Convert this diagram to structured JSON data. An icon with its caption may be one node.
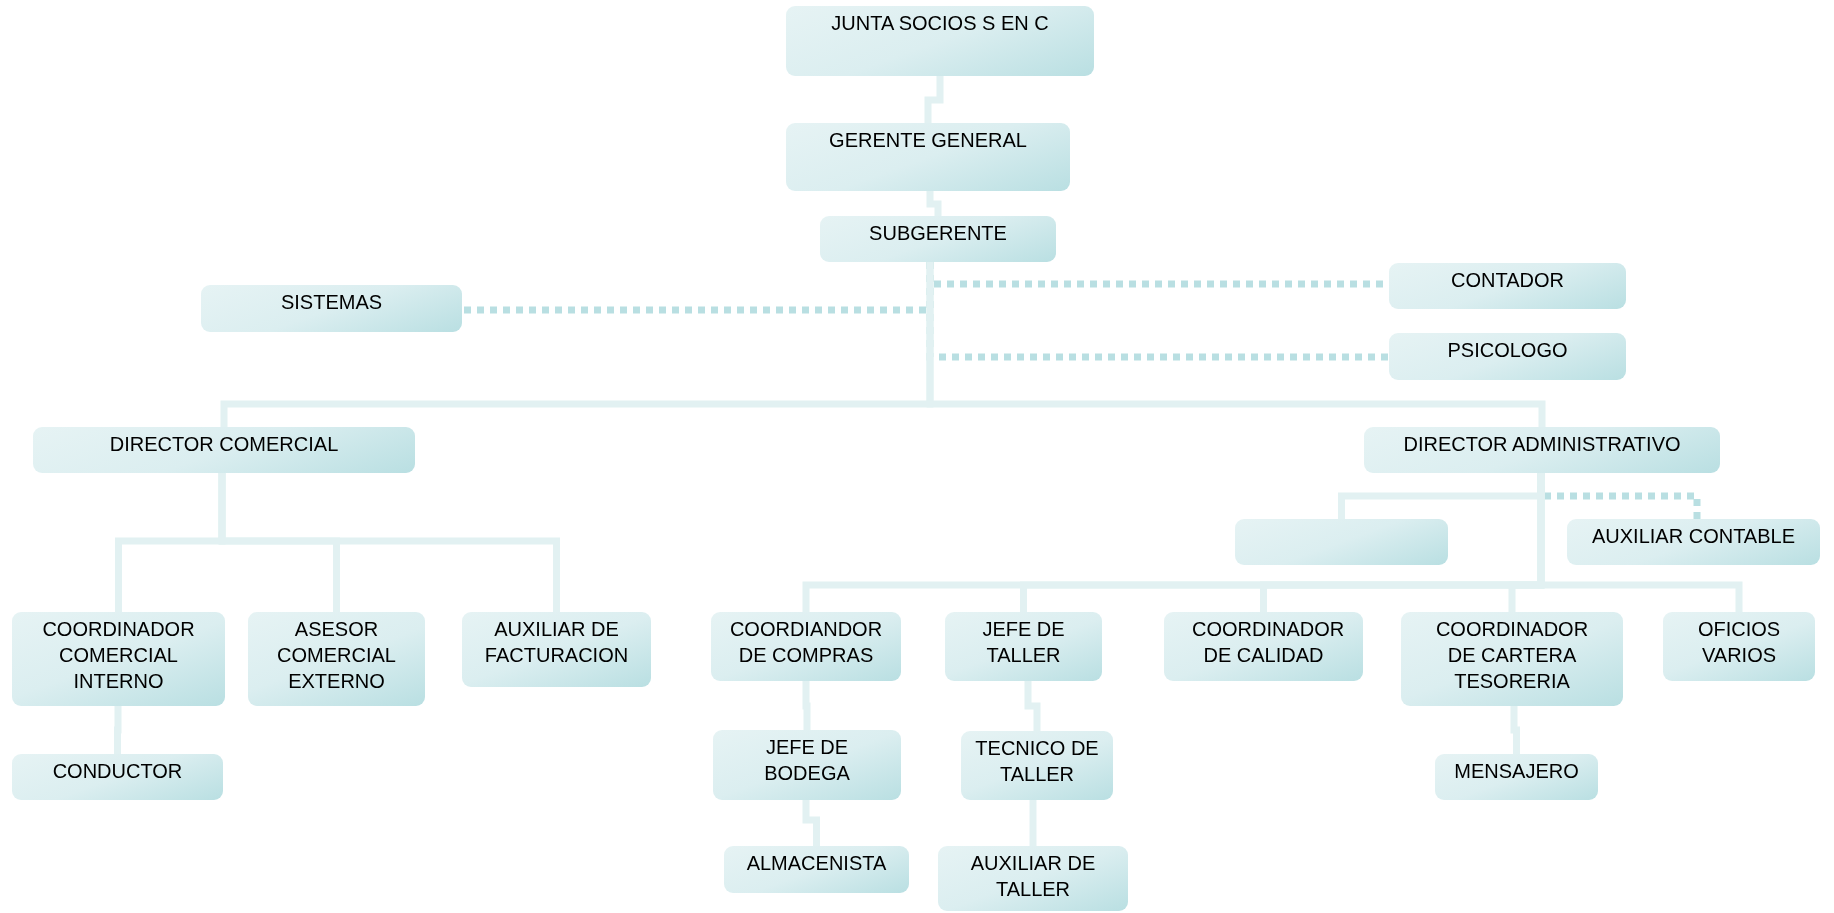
{
  "diagram": {
    "nodes": [
      {
        "text": [
          "JUNTA SOCIOS S EN C"
        ]
      },
      {
        "text": [
          "GERENTE GENERAL"
        ]
      },
      {
        "text": [
          "SUBGERENTE"
        ]
      },
      {
        "text": [
          "SISTEMAS"
        ]
      },
      {
        "text": [
          "CONTADOR"
        ]
      },
      {
        "text": [
          "PSICOLOGO"
        ]
      },
      {
        "text": [
          "DIRECTOR COMERCIAL"
        ]
      },
      {
        "text": [
          "DIRECTOR ADMINISTRATIVO"
        ]
      },
      {
        "text": [],
        "shape": "box"
      },
      {
        "text": [
          "AUXILIAR CONTABLE"
        ]
      },
      {
        "text": [
          "COORDINADOR COMERCIAL INTERNO"
        ]
      },
      {
        "text": [
          "ASESOR COMERCIAL EXTERNO"
        ]
      },
      {
        "text": [
          "AUXILIAR DE FACTURACION"
        ]
      },
      {
        "text": [
          "COORDIANDOR DE COMPRAS"
        ]
      },
      {
        "text": [
          "JEFE DE TALLER"
        ]
      },
      {
        "text": [
          "COORDINADOR DE CALIDAD"
        ]
      },
      {
        "text": [
          "COORDINADOR DE CARTERA TESORERIA"
        ]
      },
      {
        "text": [
          "OFICIOS VARIOS"
        ]
      },
      {
        "text": [
          "CONDUCTOR"
        ]
      },
      {
        "text": [
          "JEFE DE BODEGA"
        ]
      },
      {
        "text": [
          "TECNICO DE TALLER"
        ]
      },
      {
        "text": [
          "MENSAJERO"
        ]
      },
      {
        "text": [
          "ALMACENISTA"
        ]
      },
      {
        "text": [
          "AUXILIAR DE TALLER"
        ]
      }
    ],
    "edges": [
      {
        "from": 0,
        "to": 1,
        "arrow": "none"
      },
      {
        "from": 1,
        "to": 2,
        "arrow": "none"
      },
      {
        "from": 2,
        "to": 3,
        "arrow": "none",
        "style": "dashed",
        "color": "#b9dfe2"
      },
      {
        "from": 2,
        "to": 4,
        "arrow": "none",
        "style": "dashed",
        "color": "#b9dfe2"
      },
      {
        "from": 2,
        "to": 5,
        "arrow": "none",
        "style": "dashed",
        "color": "#b9dfe2"
      },
      {
        "from": 2,
        "to": 6,
        "arrow": "none"
      },
      {
        "from": 2,
        "to": 7,
        "arrow": "none"
      },
      {
        "from": 6,
        "to": 10,
        "arrow": "none"
      },
      {
        "from": 6,
        "to": 11,
        "arrow": "none"
      },
      {
        "from": 6,
        "to": 12,
        "arrow": "none"
      },
      {
        "from": 7,
        "to": 8,
        "arrow": "none"
      },
      {
        "from": 7,
        "to": 9,
        "arrow": "none",
        "style": "dashed",
        "color": "#b9dfe2"
      },
      {
        "from": 7,
        "to": 13,
        "arrow": "none"
      },
      {
        "from": 7,
        "to": 14,
        "arrow": "none"
      },
      {
        "from": 7,
        "to": 15,
        "arrow": "none"
      },
      {
        "from": 7,
        "to": 16,
        "arrow": "none"
      },
      {
        "from": 7,
        "to": 17,
        "arrow": "none"
      },
      {
        "from": 10,
        "to": 18,
        "arrow": "none"
      },
      {
        "from": 13,
        "to": 19,
        "arrow": "none"
      },
      {
        "from": 19,
        "to": 22,
        "arrow": "none"
      },
      {
        "from": 14,
        "to": 20,
        "arrow": "none"
      },
      {
        "from": 20,
        "to": 23,
        "arrow": "none"
      },
      {
        "from": 16,
        "to": 21,
        "arrow": "none"
      }
    ]
  }
}
